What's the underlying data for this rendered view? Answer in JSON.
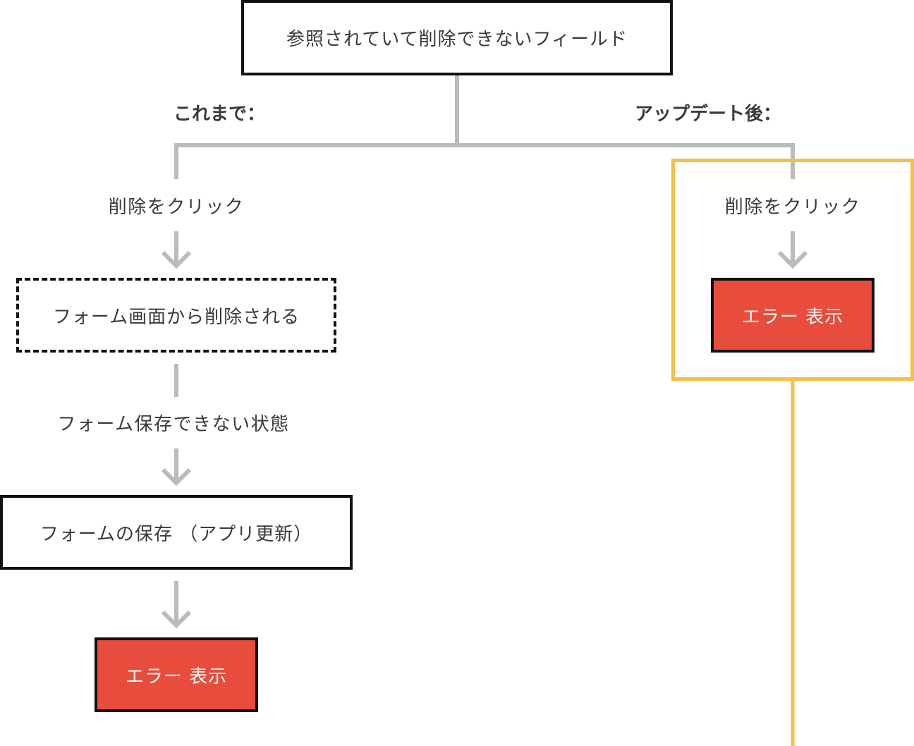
{
  "colors": {
    "connector": "#bbbbbb",
    "highlight": "#f3c048",
    "error_fill": "#e84c3d",
    "border": "#111111"
  },
  "root": {
    "label": "参照されていて削除できないフィールド"
  },
  "before": {
    "heading": "これまで：",
    "step_click": "削除をクリック",
    "removed_box": "フォーム画面から削除される",
    "state_text": "フォーム保存できない状態",
    "save_box": "フォームの保存 （アプリ更新）",
    "error_box": "エラー 表示"
  },
  "after": {
    "heading": "アップデート後：",
    "step_click": "削除をクリック",
    "error_box": "エラー 表示"
  }
}
